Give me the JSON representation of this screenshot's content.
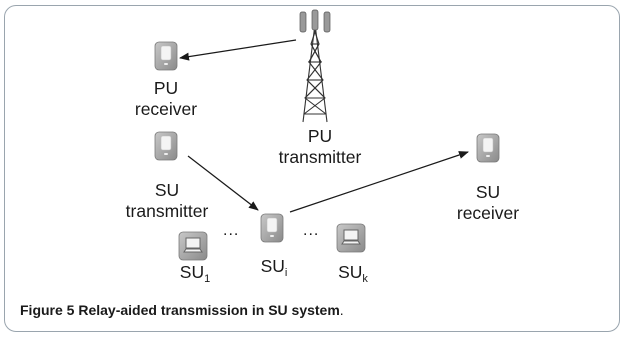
{
  "labels": {
    "pu_receiver": [
      "PU",
      "receiver"
    ],
    "pu_transmitter": [
      "PU",
      "transmitter"
    ],
    "su_transmitter": [
      "SU",
      "transmitter"
    ],
    "su_receiver": [
      "SU",
      "receiver"
    ],
    "su1": {
      "base": "SU",
      "sub": "1"
    },
    "sui": {
      "base": "SU",
      "sub": "i"
    },
    "suk": {
      "base": "SU",
      "sub": "k"
    },
    "ellipsis": "..."
  },
  "caption": {
    "figure": "Figure 5",
    "title": "Relay-aided transmission in SU system",
    "end": "."
  },
  "colors": {
    "device_fill": "#9e9e9e",
    "device_screen": "#f4f4f4",
    "frame": "#9aa5ae",
    "arrow": "#1a1a1a"
  },
  "icons": [
    "phone-icon",
    "laptop-icon",
    "tower-icon"
  ]
}
